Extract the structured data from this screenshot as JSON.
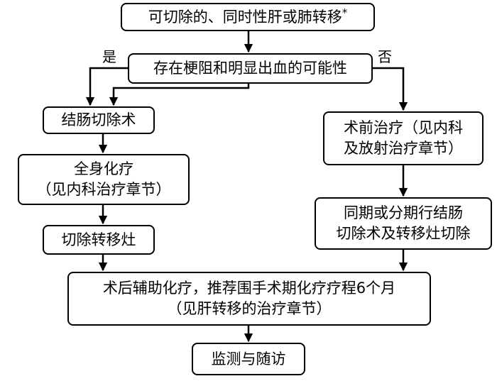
{
  "flowchart": {
    "nodes": {
      "start": {
        "line1": "可切除的、同时性肝或肺转移",
        "mark": "*"
      },
      "decision": {
        "line1": "存在梗阻和明显出血的可能性"
      },
      "colectomy": {
        "line1": "结肠切除术"
      },
      "systemic_chemo": {
        "line1": "全身化疗",
        "line2": "（见内科治疗章节）"
      },
      "resect_metastases": {
        "line1": "切除转移灶"
      },
      "preop_therapy": {
        "line1": "术前治疗（见内科",
        "line2": "及放射治疗章节）"
      },
      "staged_resection": {
        "line1": "同期或分期行结肠",
        "line2": "切除术及转移灶切除"
      },
      "adjuvant_chemo": {
        "line1": "术后辅助化疗，推荐围手术期化疗疗程6个月",
        "line2": "（见肝转移的治疗章节）"
      },
      "followup": {
        "line1": "监测与随访"
      }
    },
    "edge_labels": {
      "yes": "是",
      "no": "否"
    }
  }
}
